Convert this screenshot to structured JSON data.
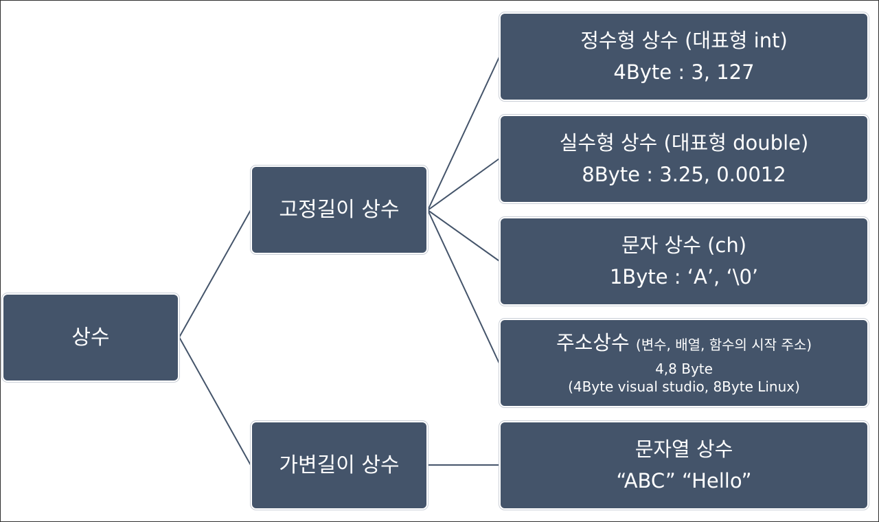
{
  "diagram": {
    "root": {
      "label": "상수"
    },
    "fixed": {
      "label": "고정길이 상수"
    },
    "variable": {
      "label": "가변길이 상수"
    },
    "int_const": {
      "title": "정수형 상수 (대표형 int)",
      "detail": "4Byte : 3, 127"
    },
    "real_const": {
      "title": "실수형 상수 (대표형 double)",
      "detail": "8Byte : 3.25, 0.0012"
    },
    "char_const": {
      "title": "문자 상수 (ch)",
      "detail": "1Byte :  ‘A’, ‘\\0’"
    },
    "addr_const": {
      "title": "주소상수",
      "title_note": "(변수, 배열, 함수의 시작 주소)",
      "detail": "4,8 Byte",
      "detail2": "(4Byte visual studio, 8Byte Linux)"
    },
    "string_const": {
      "title": "문자열 상수",
      "detail": "“ABC” “Hello”"
    }
  },
  "colors": {
    "node_fill": "#44546a",
    "node_text": "#ffffff",
    "connector": "#44546a"
  }
}
